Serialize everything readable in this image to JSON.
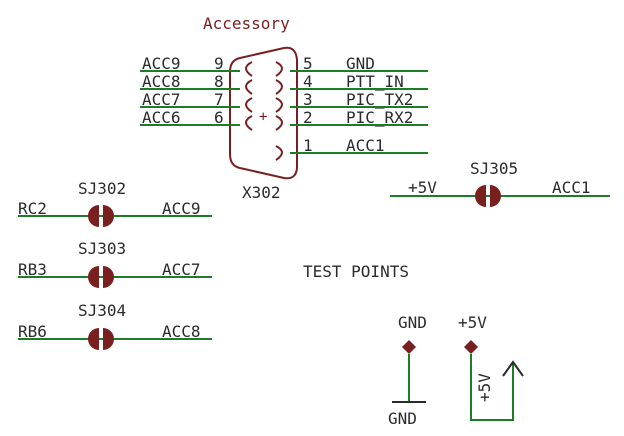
{
  "connector": {
    "title": "Accessory",
    "ref": "X302",
    "left_pins": [
      {
        "net": "ACC9",
        "num": "9"
      },
      {
        "net": "ACC8",
        "num": "8"
      },
      {
        "net": "ACC7",
        "num": "7"
      },
      {
        "net": "ACC6",
        "num": "6"
      }
    ],
    "right_pins": [
      {
        "num": "5",
        "net": "GND"
      },
      {
        "num": "4",
        "net": "PTT_IN"
      },
      {
        "num": "3",
        "net": "PIC_TX2"
      },
      {
        "num": "2",
        "net": "PIC_RX2"
      },
      {
        "num": "1",
        "net": "ACC1"
      }
    ]
  },
  "jumpers": [
    {
      "ref": "SJ302",
      "left": "RC2",
      "right": "ACC9"
    },
    {
      "ref": "SJ303",
      "left": "RB3",
      "right": "ACC7"
    },
    {
      "ref": "SJ304",
      "left": "RB6",
      "right": "ACC8"
    },
    {
      "ref": "SJ305",
      "left": "+5V",
      "right": "ACC1"
    }
  ],
  "test_points": {
    "heading": "TEST POINTS",
    "gnd_label": "GND",
    "gnd_symbol_label": "GND",
    "vcc_label": "+5V",
    "vcc_symbol_label": "+5V"
  },
  "colors": {
    "wire": "#1b7d28",
    "symbol": "#7a1f1f",
    "text": "#2b2b2b"
  }
}
